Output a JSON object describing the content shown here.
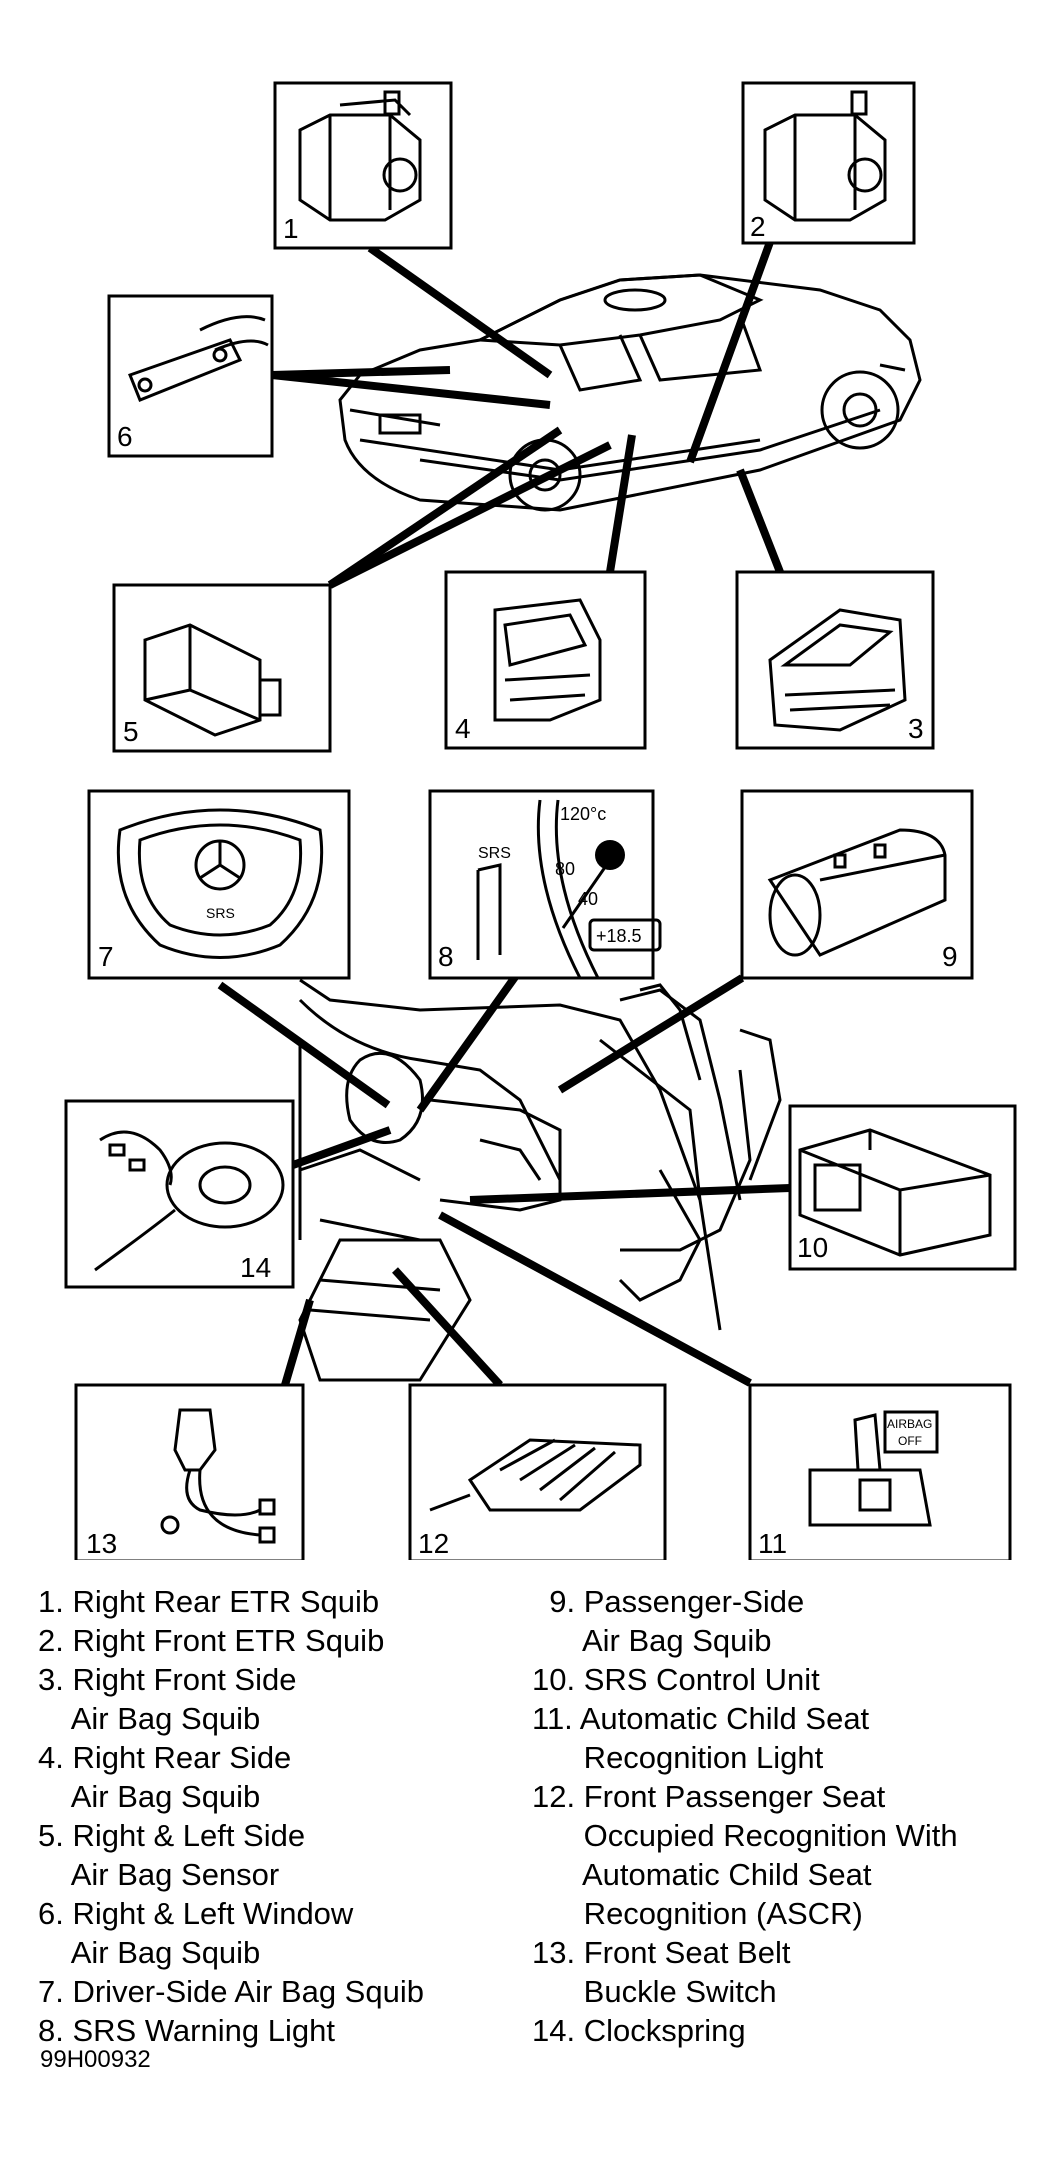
{
  "callouts": [
    "1",
    "2",
    "3",
    "4",
    "5",
    "6",
    "7",
    "8",
    "9",
    "10",
    "11",
    "12",
    "13",
    "14"
  ],
  "inset_text": {
    "temp_120": "120°c",
    "temp_80": "80",
    "temp_40": "40",
    "srs": "SRS",
    "readout": "+18.5",
    "airbag_off_1": "AIRBAG",
    "airbag_off_2": "OFF",
    "srs_badge": "SRS"
  },
  "legend_left": [
    "1. Right Rear ETR Squib",
    "2. Right Front ETR Squib",
    "3. Right Front Side",
    "    Air Bag Squib",
    "4. Right Rear Side",
    "    Air Bag Squib",
    "5. Right & Left Side",
    "    Air Bag Sensor",
    "6. Right & Left Window",
    "    Air Bag Squib",
    "7. Driver-Side Air Bag Squib",
    "8. SRS Warning Light"
  ],
  "legend_right": [
    "  9. Passenger-Side",
    "      Air Bag Squib",
    "10. SRS Control Unit",
    "11. Automatic Child Seat",
    "      Recognition Light",
    "12. Front Passenger Seat",
    "      Occupied Recognition With",
    "      Automatic Child Seat",
    "      Recognition (ASCR)",
    "13. Front Seat Belt",
    "      Buckle Switch",
    "14. Clockspring"
  ],
  "figure_code": "99H00932"
}
